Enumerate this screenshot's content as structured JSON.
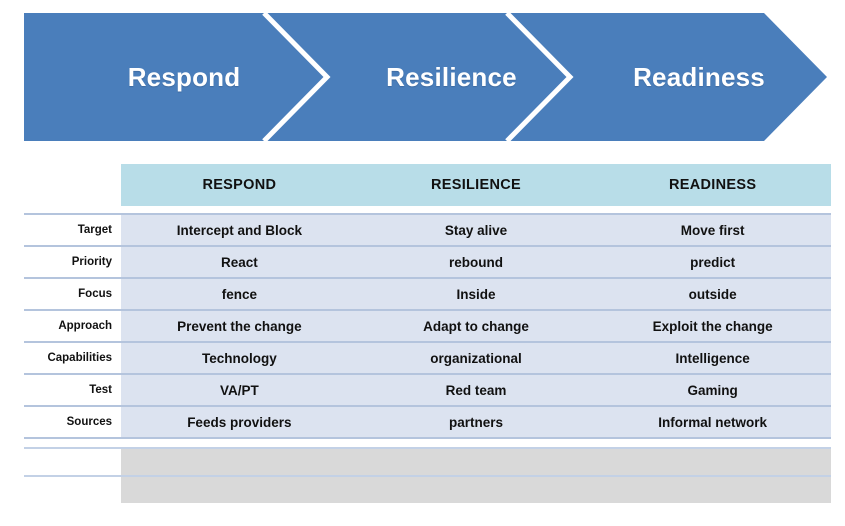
{
  "banner": {
    "fill_color": "#4a7ebb",
    "separator_color": "#ffffff",
    "stages": [
      {
        "label": "Respond"
      },
      {
        "label": "Resilience"
      },
      {
        "label": "Readiness"
      }
    ]
  },
  "matrix": {
    "header_band_color": "#b8dde8",
    "cell_color": "#dce3f0",
    "empty_row_color": "#d9d9d9",
    "rule_color": "#b4c4dd",
    "corner_label": "",
    "columns": [
      "RESPOND",
      "RESILIENCE",
      "READINESS"
    ],
    "rows": [
      {
        "label": "Target",
        "values": [
          "Intercept and Block",
          "Stay alive",
          "Move first"
        ]
      },
      {
        "label": "Priority",
        "values": [
          "React",
          "rebound",
          "predict"
        ]
      },
      {
        "label": "Focus",
        "values": [
          "fence",
          "Inside",
          "outside"
        ]
      },
      {
        "label": "Approach",
        "values": [
          "Prevent the change",
          "Adapt to change",
          "Exploit the change"
        ]
      },
      {
        "label": "Capabilities",
        "values": [
          "Technology",
          "organizational",
          "Intelligence"
        ]
      },
      {
        "label": "Test",
        "values": [
          "VA/PT",
          "Red team",
          "Gaming"
        ]
      },
      {
        "label": "Sources",
        "values": [
          "Feeds providers",
          "partners",
          "Informal network"
        ]
      }
    ],
    "empty_rows": [
      {
        "label": "",
        "values": [
          "",
          "",
          ""
        ]
      },
      {
        "label": "",
        "values": [
          "",
          "",
          ""
        ]
      }
    ]
  }
}
